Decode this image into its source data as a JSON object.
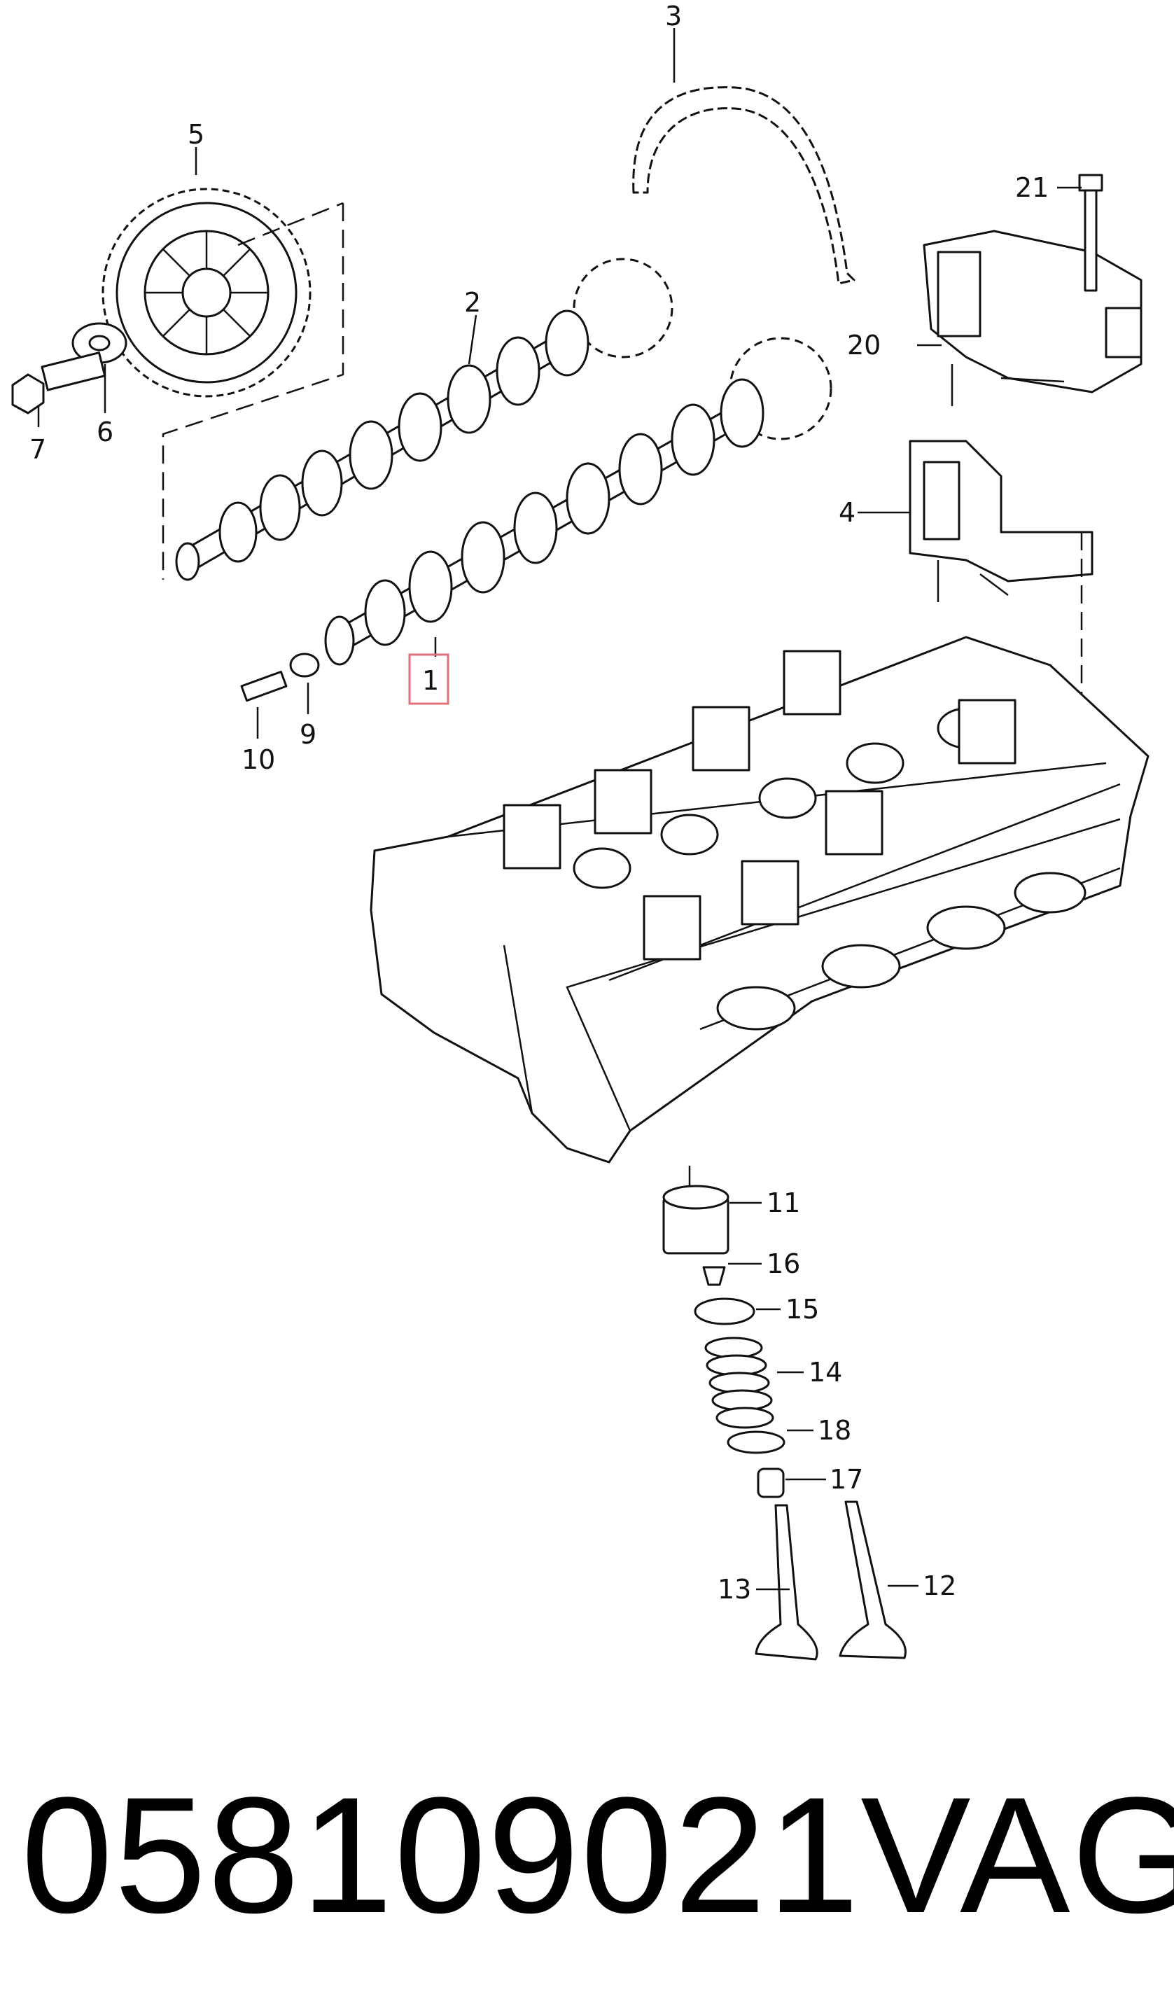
{
  "diagram": {
    "callouts": {
      "c1": "1",
      "c2": "2",
      "c3": "3",
      "c4": "4",
      "c5": "5",
      "c6": "6",
      "c7": "7",
      "c9": "9",
      "c10": "10",
      "c11": "11",
      "c12": "12",
      "c13": "13",
      "c14": "14",
      "c15": "15",
      "c16": "16",
      "c17": "17",
      "c18": "18",
      "c20": "20",
      "c21": "21"
    },
    "highlight_color": "#e0707a"
  },
  "footer": {
    "part_number": "058109021",
    "brand": "VAG"
  }
}
